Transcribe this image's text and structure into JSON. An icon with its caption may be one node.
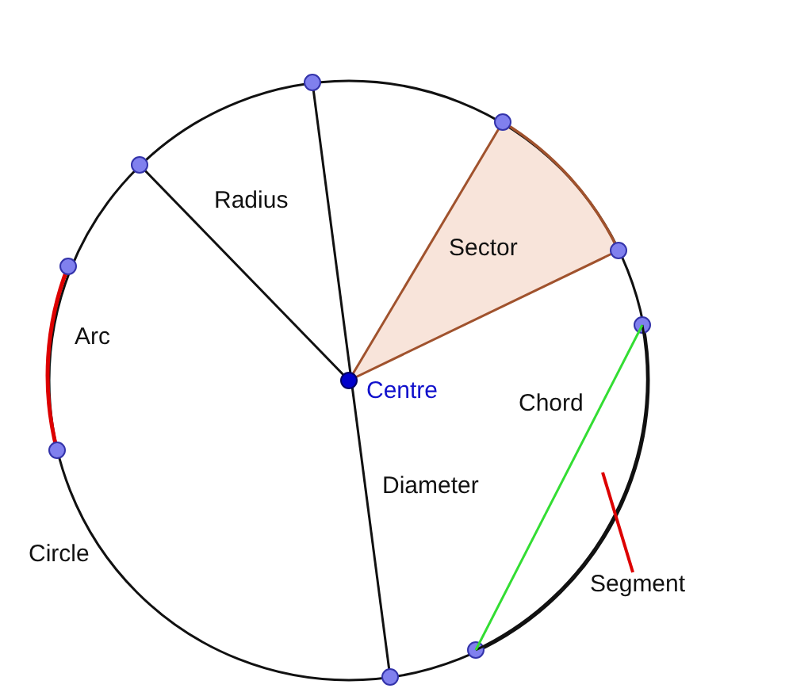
{
  "diagram": {
    "nodes": [
      {
        "text": [
          "Segment"
        ]
      },
      {
        "text": [],
        "shape": "segment"
      }
    ],
    "edges": [
      {
        "from": 0,
        "to": 1,
        "arrow": "none",
        "color": "#dd0000"
      }
    ],
    "labels": [
      "Radius",
      "Sector",
      "Arc",
      "Centre",
      "Chord",
      "Diameter",
      "Circle"
    ]
  }
}
